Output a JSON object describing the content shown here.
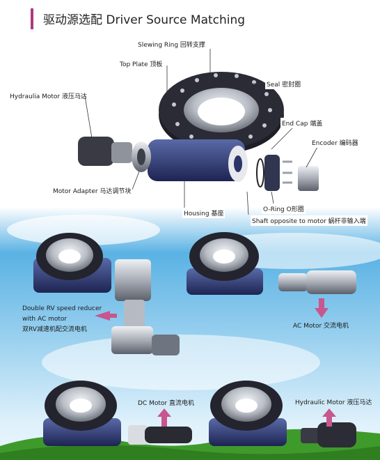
{
  "header": {
    "title": "驱动源选配 Driver Source Matching",
    "accent_color": "#b0367e"
  },
  "exploded_view": {
    "labels": {
      "slewing_ring": "Slewing Ring 回转支撑",
      "top_plate": "Top Plate 顶板",
      "seal": "Seal 密封圈",
      "hydraulic_motor": "Hydraulia Motor 液压马达",
      "end_cap": "End Cap 端盖",
      "encoder": "Encoder 编码器",
      "motor_adapter": "Motor Adapter 马达调节块",
      "housing": "Housing 基座",
      "o_ring": "O-Ring O形圈",
      "shaft_opposite": "Shaft opposite to motor 蜗杆非输入端"
    }
  },
  "options": {
    "double_rv_line1": "Double RV speed reducer",
    "double_rv_line2": "with AC motor",
    "double_rv_line3": "双RV减速机配交流电机",
    "ac_motor": "AC Motor 交流电机",
    "dc_motor": "DC Motor 直流电机",
    "hydraulic_motor": "Hydraulic Motor 液压马达"
  },
  "colors": {
    "arrow": "#c8568f",
    "sky_top": "#4aa7da",
    "grass": "#3f9a2c",
    "metal_dark": "#2a2a36",
    "housing": "#2c3468"
  }
}
